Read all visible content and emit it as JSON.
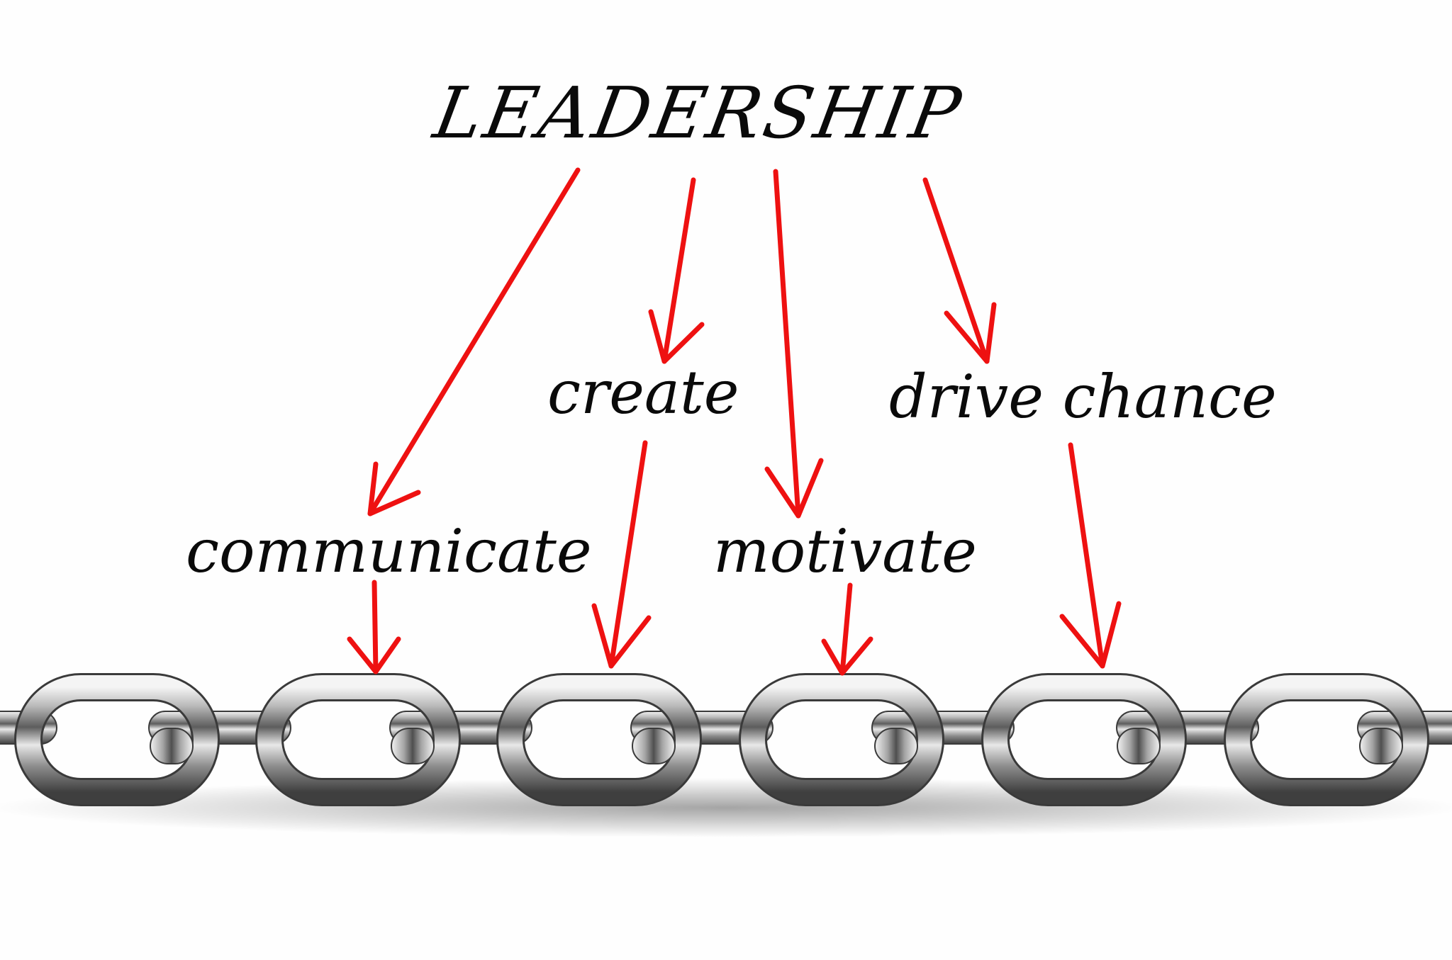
{
  "title": "LEADERSHIP",
  "labels": {
    "communicate": "communicate",
    "create": "create",
    "motivate": "motivate",
    "drive_chance": "drive chance"
  },
  "colors": {
    "arrow": "#ee1111",
    "text": "#0a0a0a",
    "chain": "#8a8a8a",
    "background": "#ffffff"
  }
}
